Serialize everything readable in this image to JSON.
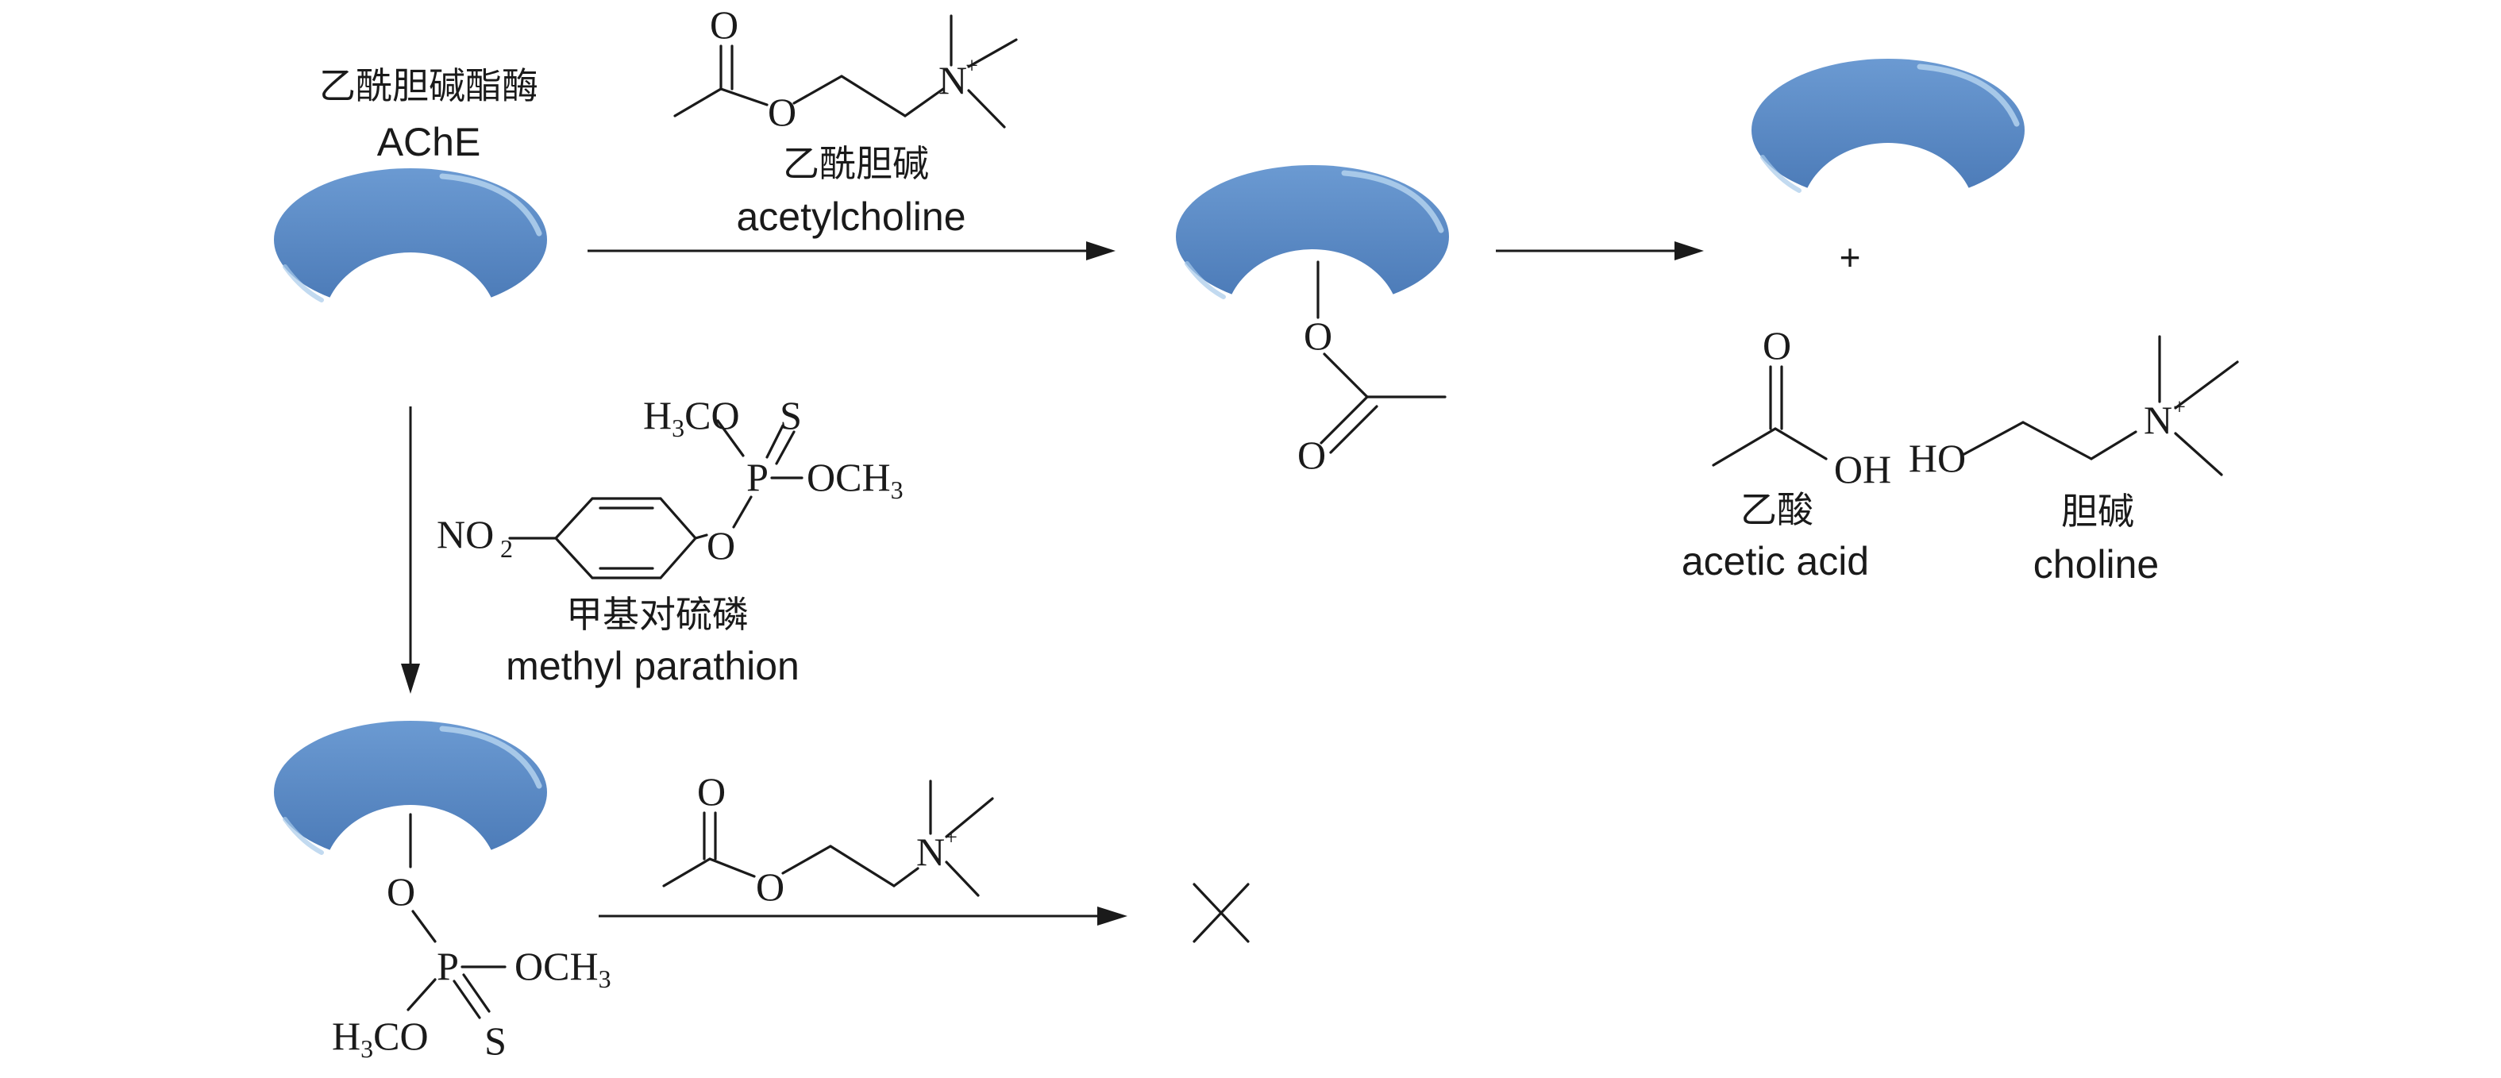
{
  "enzyme_cn": "乙酰胆碱酯酶",
  "enzyme_en": "AChE",
  "substrate_cn": "乙酰胆碱",
  "substrate_en": "acetylcholine",
  "inhibitor_cn": "甲基对硫磷",
  "inhibitor_en": "methyl parathion",
  "product1_cn": "乙酸",
  "product1_en": "acetic acid",
  "product2_cn": "胆碱",
  "product2_en": "choline",
  "plus": "+",
  "atoms": {
    "O": "O",
    "N": "N",
    "P": "P",
    "S": "S",
    "OH": "OH",
    "HO": "HO",
    "NO2": "NO",
    "NO2_sub": "2",
    "H3CO_H": "H",
    "H3CO_sub": "3",
    "H3CO_rest": "CO",
    "OCH3_main": "OCH",
    "OCH3_sub": "3",
    "charge": "+"
  },
  "colors": {
    "enzyme_dark": "#4a79b6",
    "enzyme_mid": "#5b8bc6",
    "enzyme_light": "#9dc1e6",
    "text": "#1a1a1a"
  }
}
